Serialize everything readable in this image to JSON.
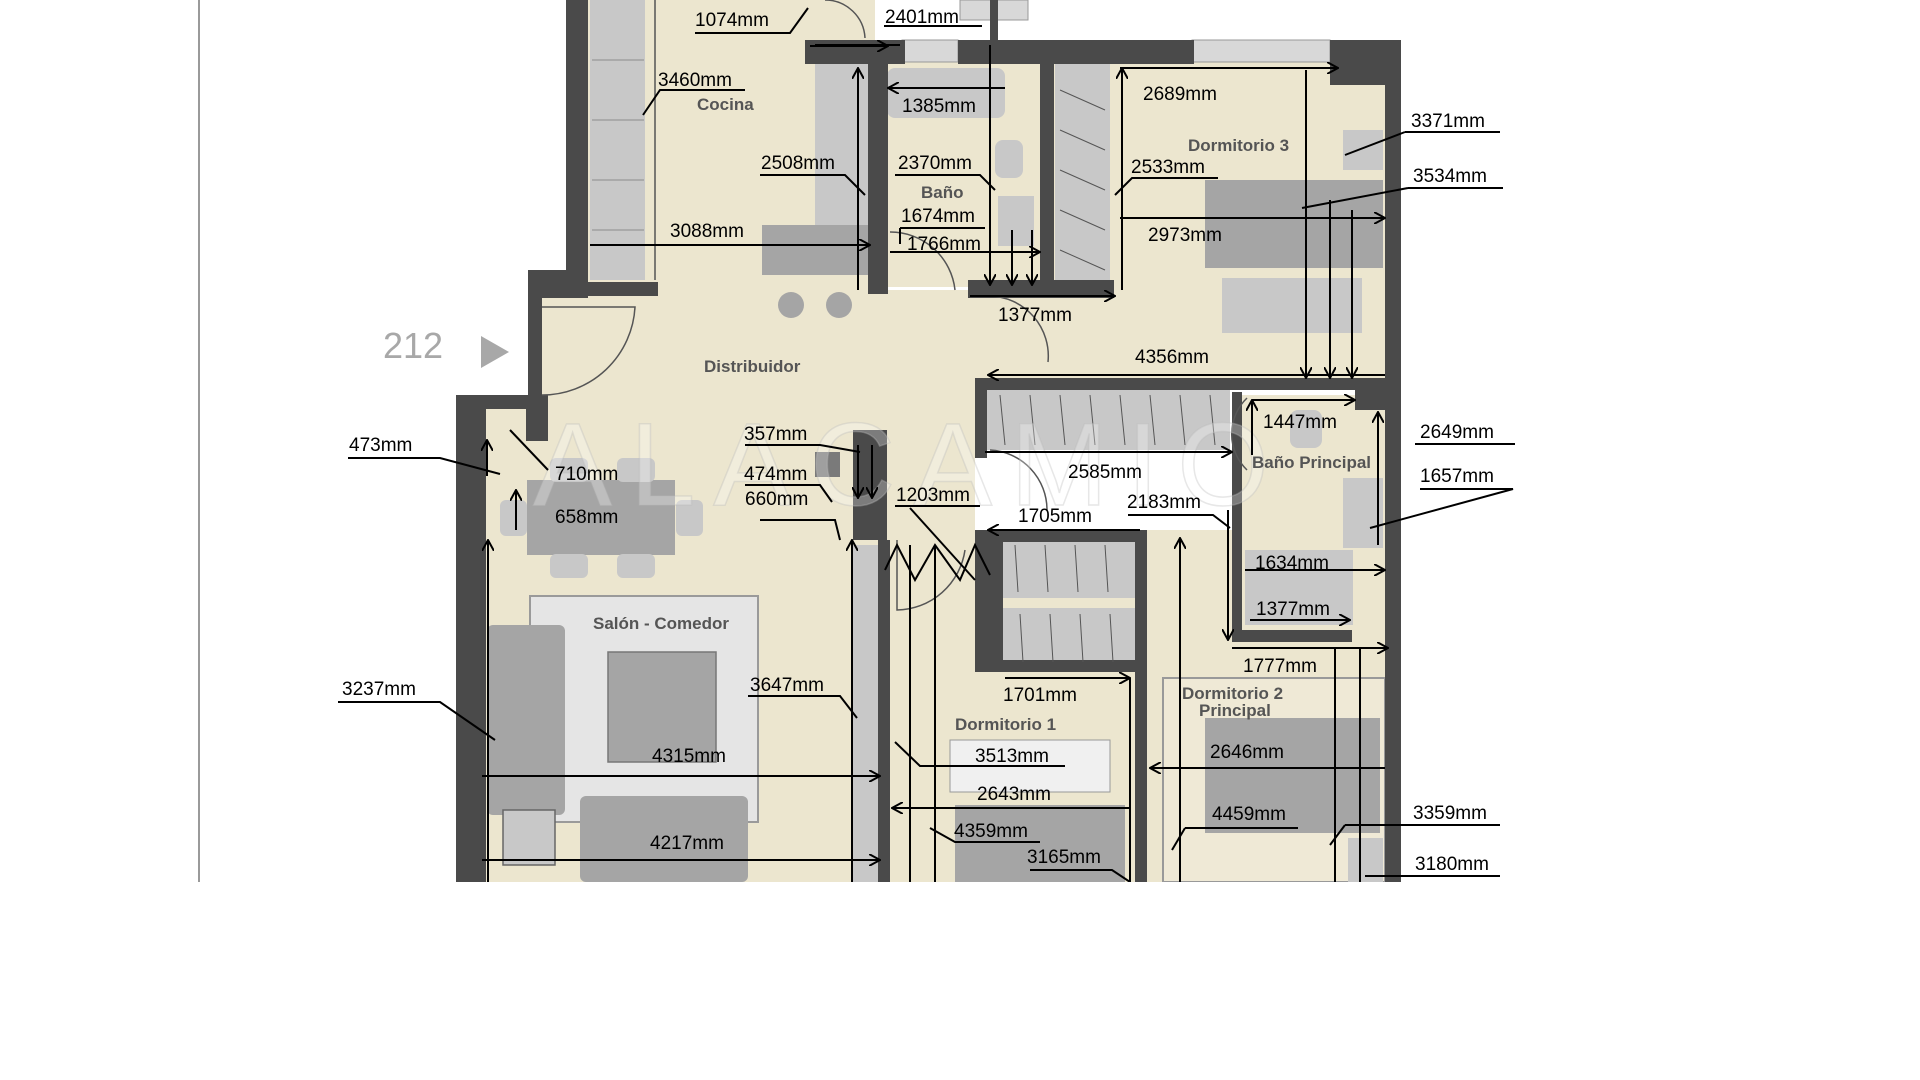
{
  "plan": {
    "unit_number": "212",
    "watermark": "ALACAMIO",
    "colors": {
      "floor": "#ece6cf",
      "wall": "#4a4a4a",
      "furniture": "#a5a5a5",
      "furniture_dark": "#8c8c8c",
      "cabinet": "#c8c8c8",
      "window": "#d8d8d8",
      "ink": "#000000",
      "room_label": "#555555",
      "unit_label": "#a8a8a8"
    },
    "rooms": [
      {
        "label": "Cocina"
      },
      {
        "label": "Baño"
      },
      {
        "label": "Dormitorio 3"
      },
      {
        "label": "Distribuidor"
      },
      {
        "label": "Baño Principal"
      },
      {
        "label": "Salón - Comedor"
      },
      {
        "label": "Dormitorio 1"
      },
      {
        "label": "Dormitorio 2"
      },
      {
        "label": "Principal"
      }
    ],
    "measurements": [
      {
        "label": "1074mm"
      },
      {
        "label": "2401mm"
      },
      {
        "label": "3460mm"
      },
      {
        "label": "1385mm"
      },
      {
        "label": "2689mm"
      },
      {
        "label": "3371mm"
      },
      {
        "label": "2508mm"
      },
      {
        "label": "2370mm"
      },
      {
        "label": "2533mm"
      },
      {
        "label": "3534mm"
      },
      {
        "label": "1674mm"
      },
      {
        "label": "3088mm"
      },
      {
        "label": "1766mm"
      },
      {
        "label": "2973mm"
      },
      {
        "label": "1377mm"
      },
      {
        "label": "4356mm"
      },
      {
        "label": "473mm"
      },
      {
        "label": "357mm"
      },
      {
        "label": "1447mm"
      },
      {
        "label": "2649mm"
      },
      {
        "label": "710mm"
      },
      {
        "label": "474mm"
      },
      {
        "label": "2585mm"
      },
      {
        "label": "1657mm"
      },
      {
        "label": "660mm"
      },
      {
        "label": "1203mm"
      },
      {
        "label": "2183mm"
      },
      {
        "label": "658mm"
      },
      {
        "label": "1705mm"
      },
      {
        "label": "1634mm"
      },
      {
        "label": "1377mm"
      },
      {
        "label": "1777mm"
      },
      {
        "label": "3237mm"
      },
      {
        "label": "3647mm"
      },
      {
        "label": "1701mm"
      },
      {
        "label": "2646mm"
      },
      {
        "label": "4315mm"
      },
      {
        "label": "3513mm"
      },
      {
        "label": "2643mm"
      },
      {
        "label": "4459mm"
      },
      {
        "label": "3359mm"
      },
      {
        "label": "4359mm"
      },
      {
        "label": "4217mm"
      },
      {
        "label": "3165mm"
      },
      {
        "label": "3180mm"
      }
    ]
  }
}
